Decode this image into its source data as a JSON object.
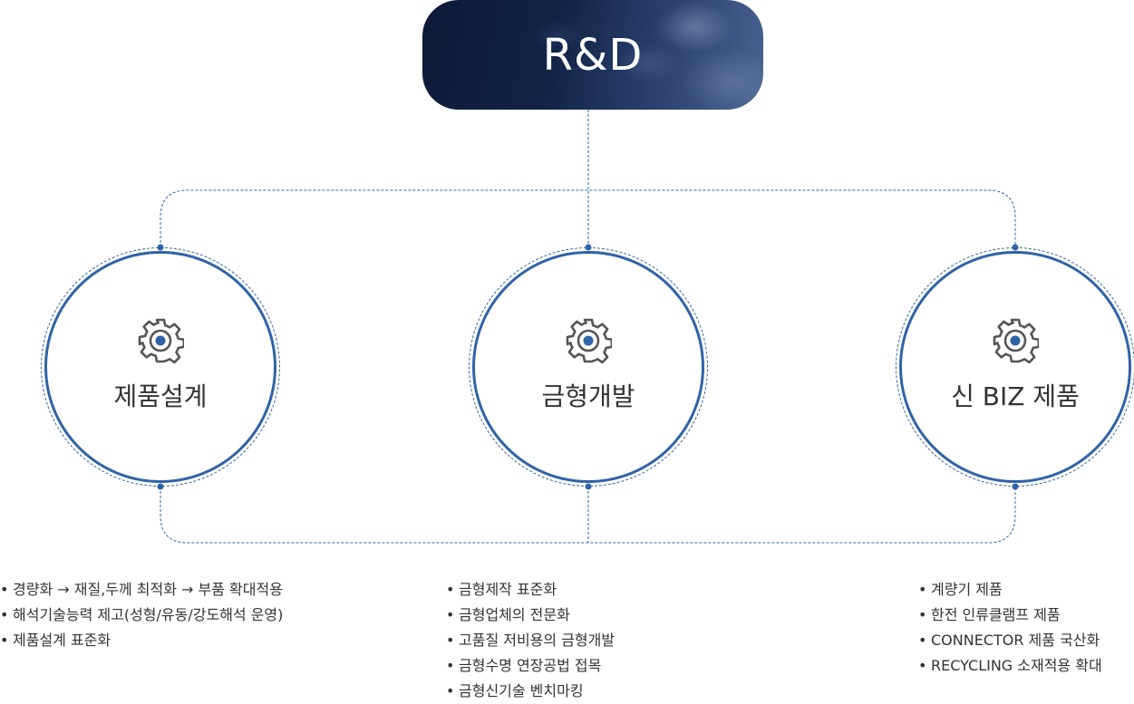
{
  "header": {
    "title": "R&D"
  },
  "nodes": [
    {
      "label": "제품설계",
      "icon": "gear-icon"
    },
    {
      "label": "금형개발",
      "icon": "gear-icon"
    },
    {
      "label": "신 BIZ 제품",
      "icon": "gear-icon"
    }
  ],
  "lists": [
    {
      "items": [
        "경량화 → 재질,두께 최적화 → 부품 확대적용",
        "해석기술능력 제고(성형/유동/강도해석 운영)",
        "제품설계 표준화"
      ]
    },
    {
      "items": [
        "금형제작 표준화",
        "금형업체의 전문화",
        "고품질 저비용의 금형개발",
        "금형수명 연장공법 접목",
        "금형신기술 벤치마킹"
      ]
    },
    {
      "items": [
        "계량기 제품",
        "한전 인류클램프 제품",
        "CONNECTOR 제품 국산화",
        "RECYCLING 소재적용 확대"
      ]
    }
  ],
  "colors": {
    "accent": "#2f63a8",
    "header_bg": "#122447",
    "text": "#333333"
  }
}
